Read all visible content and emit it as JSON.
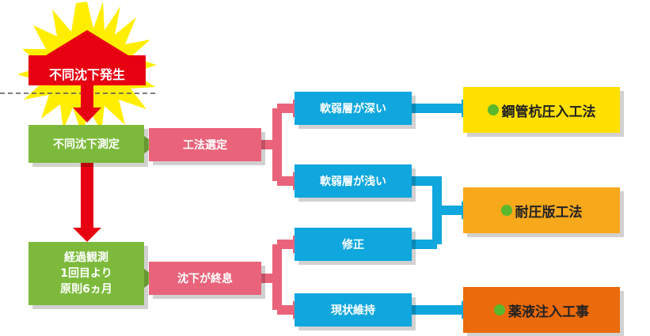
{
  "title": "不同沈下発生",
  "steps": {
    "measure": "不同沈下測定",
    "method_select": "工法選定",
    "observation_lines": [
      "経過観測",
      "1回目より",
      "原則6ヵ月"
    ],
    "settlement_end": "沈下が終息"
  },
  "conditions": {
    "deep": "軟弱層が深い",
    "shallow": "軟弱層が浅い",
    "correct": "修正",
    "maintain": "現状維持"
  },
  "results": {
    "pile": "鋼管杭圧入工法",
    "plate": "耐圧版工法",
    "chemical": "薬液注入工事"
  },
  "colors": {
    "burst": "#ffee00",
    "title_box": "#e60012",
    "flow_arrow": "#e60012",
    "step": "#7dba3c",
    "decision": "#e9647b",
    "condition": "#0fa7dd",
    "pile": "#ffe000",
    "plate": "#f7a81b",
    "chemical": "#eb6a0b",
    "bullet": "#59b82e"
  }
}
